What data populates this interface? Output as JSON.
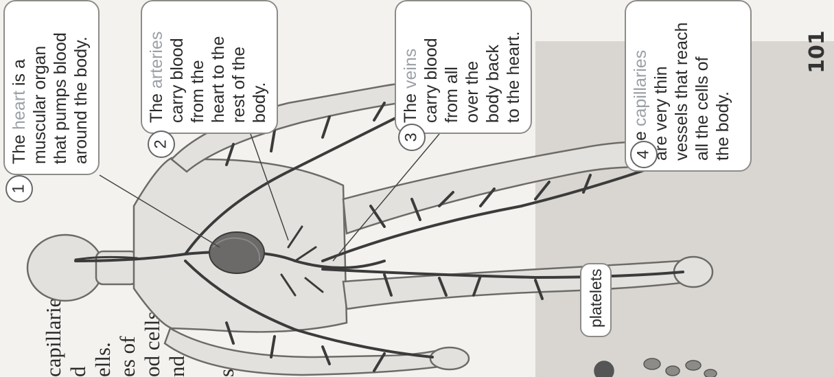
{
  "left_text": {
    "lines": [
      "capillaries.",
      "d",
      "ells.",
      "es of",
      "od cells,",
      "nd",
      "",
      "s."
    ]
  },
  "callouts": [
    {
      "number": "1",
      "lines": [
        {
          "pre": "The ",
          "kw": "heart",
          "post": " is a"
        },
        {
          "pre": "muscular organ"
        },
        {
          "pre": "that pumps blood"
        },
        {
          "pre": "around the body."
        }
      ]
    },
    {
      "number": "2",
      "lines": [
        {
          "pre": "The ",
          "kw": "arteries"
        },
        {
          "pre": "carry blood"
        },
        {
          "pre": "from the"
        },
        {
          "pre": "heart to the"
        },
        {
          "pre": "rest of the"
        },
        {
          "pre": "body."
        }
      ]
    },
    {
      "number": "3",
      "lines": [
        {
          "pre": "The ",
          "kw": "veins"
        },
        {
          "pre": "carry blood"
        },
        {
          "pre": "from all"
        },
        {
          "pre": "over the"
        },
        {
          "pre": "body back"
        },
        {
          "pre": "to the heart."
        }
      ]
    },
    {
      "number": "4",
      "lines": [
        {
          "pre": "The ",
          "kw": "capillaries"
        },
        {
          "pre": "are very thin"
        },
        {
          "pre": "vessels that reach"
        },
        {
          "pre": "all the cells of"
        },
        {
          "pre": "the body."
        }
      ]
    }
  ],
  "platelets_label": "platelets",
  "page_number": "101",
  "colors": {
    "keyword": "#9aa0a6",
    "vessel": "#3b3b3b",
    "panel": "#d9d6d2",
    "annotation_pen": "#b03040"
  }
}
